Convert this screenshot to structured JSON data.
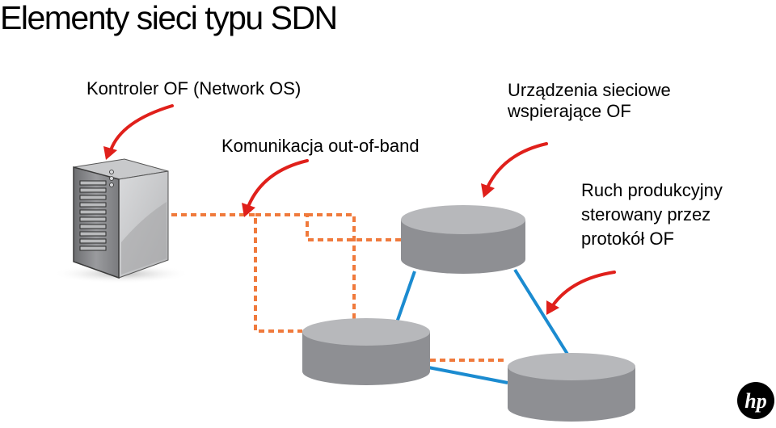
{
  "title": "Elementy sieci typu SDN",
  "labels": {
    "controller": "Kontroler OF (Network OS)",
    "out_of_band": "Komunikacja out-of-band",
    "devices_line1": "Urządzenia sieciowe",
    "devices_line2": "wspierające OF",
    "traffic_line1": "Ruch produkcyjny",
    "traffic_line2": "sterowany przez",
    "traffic_line3": "protokół OF"
  },
  "logo": "hp",
  "colors": {
    "arrow": "#e0201b",
    "control_link": "#f07a3c",
    "data_link": "#1b8bd0",
    "switch": "#8e8f93"
  }
}
